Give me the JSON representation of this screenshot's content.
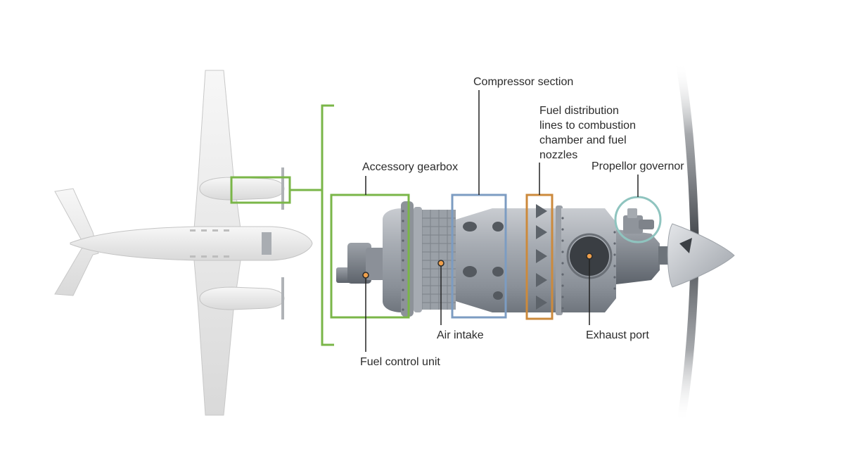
{
  "labels": {
    "compressor_section": "Compressor section",
    "fuel_distribution": "Fuel distribution\nlines to combustion\nchamber and fuel\nnozzles",
    "accessory_gearbox": "Accessory gearbox",
    "propellor_governor": "Propellor governor",
    "air_intake": "Air intake",
    "exhaust_port": "Exhaust port",
    "fuel_control_unit": "Fuel control unit"
  },
  "colors": {
    "green": "#7ab648",
    "blue": "#7c9cc2",
    "orange": "#cc8a3c",
    "teal": "#8fc4bf",
    "dot": "#f0a04b",
    "leader": "#222222",
    "engine": "#9aa0a8",
    "aircraft": "#ececec"
  }
}
